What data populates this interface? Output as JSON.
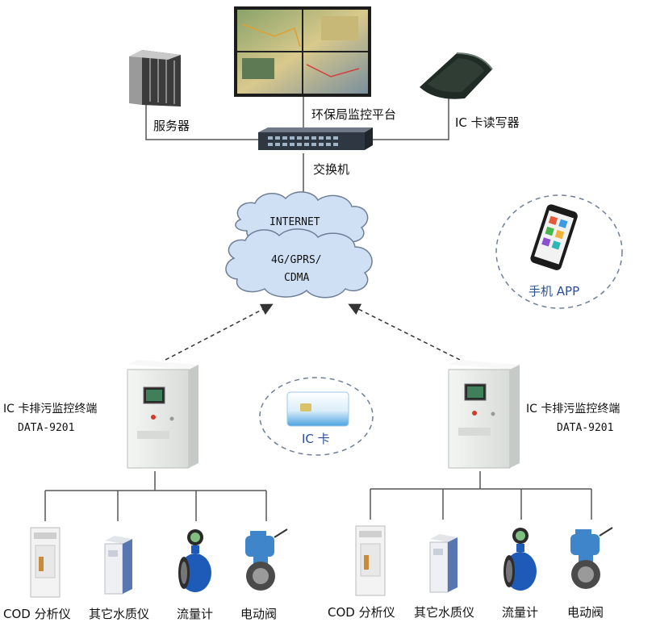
{
  "nodes": {
    "server": "服务器",
    "platform": "环保局监控平台",
    "card_reader": "IC 卡读写器",
    "switch": "交换机",
    "internet": "INTERNET",
    "network": [
      "4G/GPRS/",
      "CDMA"
    ],
    "mobile_app": "手机 APP",
    "ic_card": "IC 卡",
    "terminal_left": {
      "name": "IC 卡排污监控终端",
      "model": "DATA-9201"
    },
    "terminal_right": {
      "name": "IC 卡排污监控终端",
      "model": "DATA-9201"
    }
  },
  "devices_left": [
    "COD 分析仪",
    "其它水质仪",
    "流量计",
    "电动阀"
  ],
  "devices_right": [
    "COD 分析仪",
    "其它水质仪",
    "流量计",
    "电动阀"
  ],
  "colors": {
    "cloud_fill": "#cfe0f5",
    "cloud_stroke": "#6f7f96",
    "cabinet": "#ecefed",
    "flow_blue": "#1e5bb8",
    "line": "#555555"
  }
}
